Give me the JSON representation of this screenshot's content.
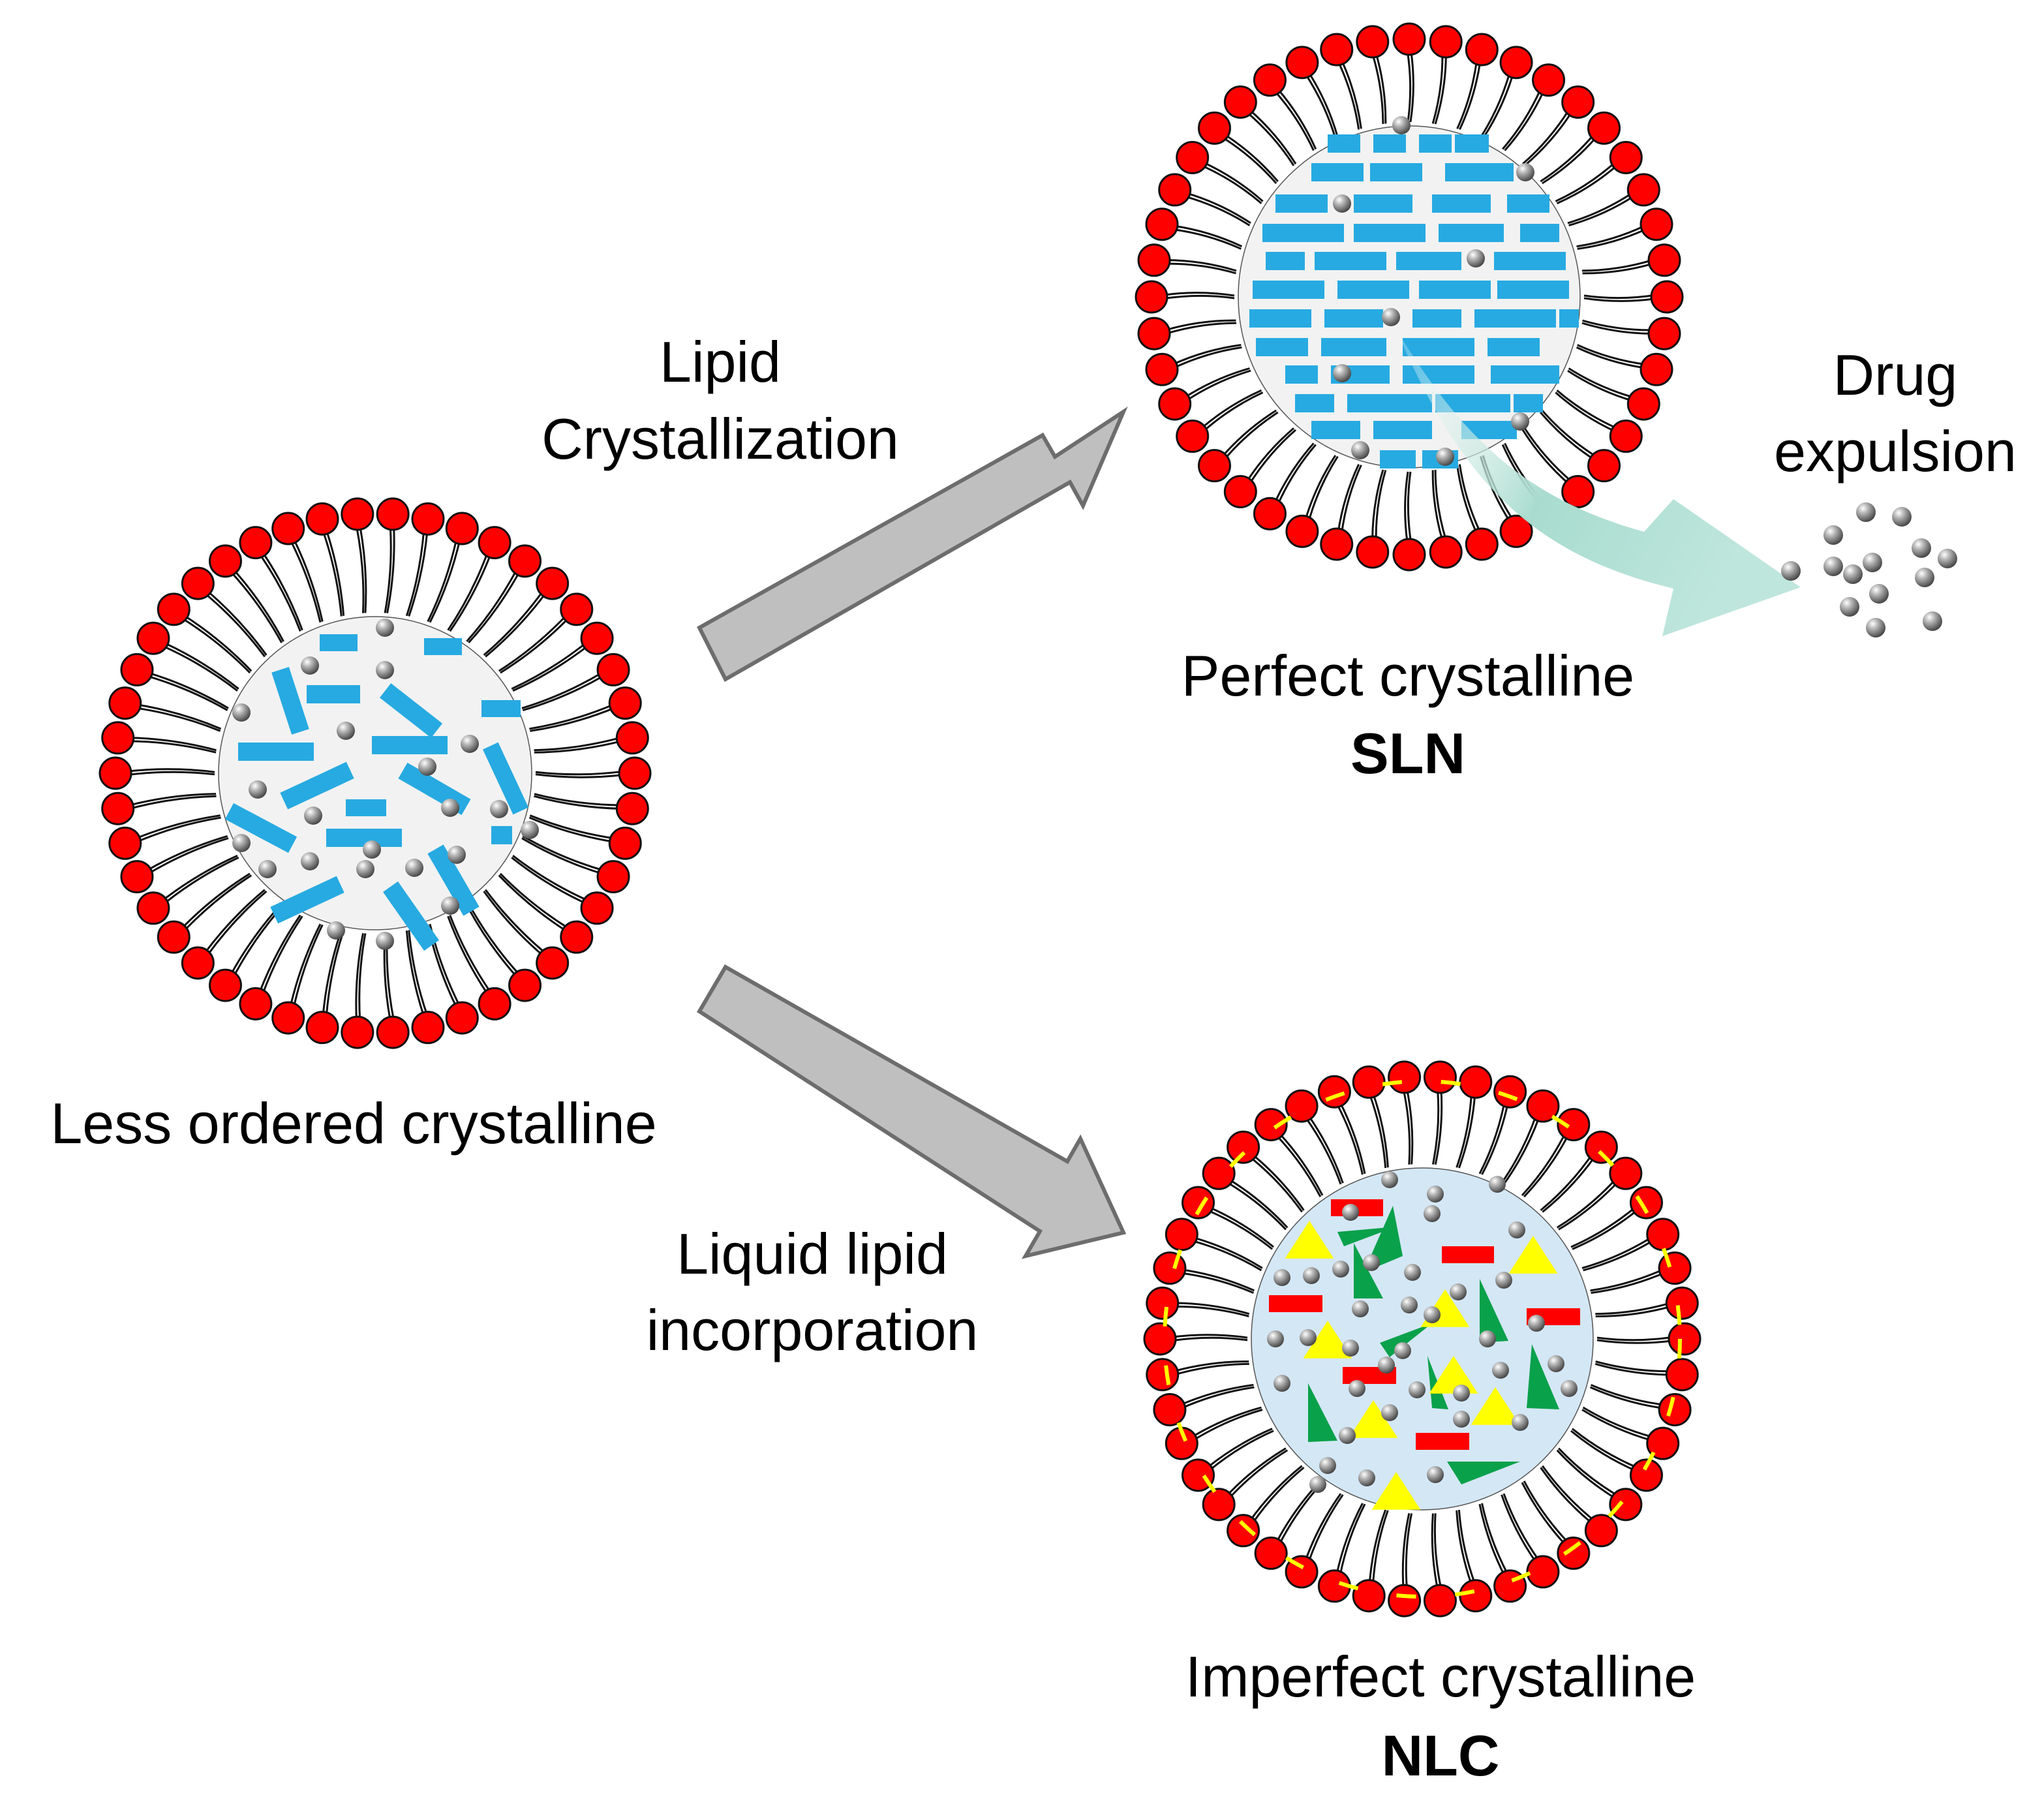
{
  "labels": {
    "arrow_up_line1": "Lipid",
    "arrow_up_line2": "Crystallization",
    "arrow_down_line1": "Liquid lipid",
    "arrow_down_line2": "incorporation",
    "left_caption": "Less ordered crystalline",
    "sln_caption": "Perfect crystalline",
    "sln_name": "SLN",
    "nlc_caption": "Imperfect crystalline",
    "nlc_name": "NLC",
    "drug_line1": "Drug",
    "drug_line2": "expulsion"
  },
  "colors": {
    "lipid_head": "#ff0000",
    "crystal": "#27aae1",
    "drug": "#808080",
    "arrow_fill": "#bfbfbf",
    "arrow_stroke": "#6d6d6d",
    "nlc_core": "#d4e7f5",
    "core_grey": "#f2f2f2",
    "liquid_lipid": "#ffff00",
    "solid_lipid_green": "#0aa14b",
    "solid_lipid_red": "#ff0000",
    "expulsion_arrow": "#a8ddd0"
  },
  "icons": {
    "particles": [
      "lipid-nanoparticle-icon",
      "sln-particle-icon",
      "nlc-particle-icon"
    ],
    "molecules": [
      "drug-molecule-icon",
      "crystal-lipid-icon",
      "liquid-lipid-triangle-icon"
    ]
  }
}
